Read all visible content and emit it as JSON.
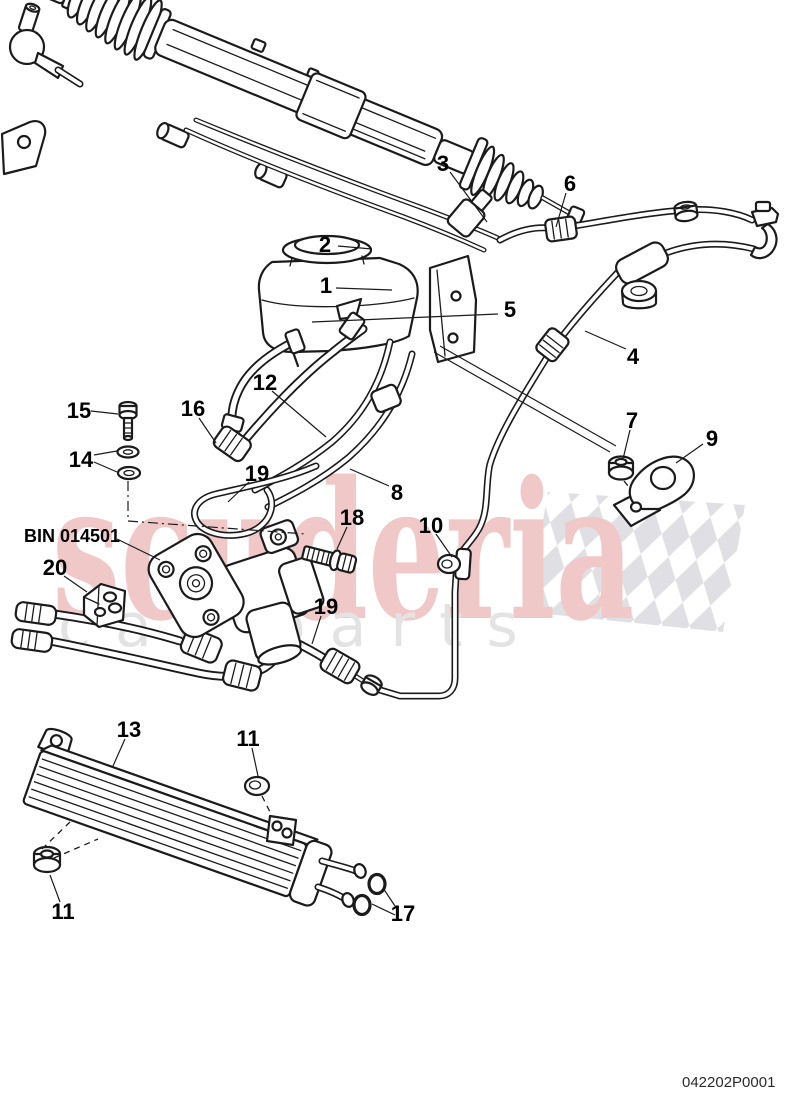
{
  "canvas": {
    "background": "#ffffff",
    "line_color": "#1b1b1b"
  },
  "watermark": {
    "primary": "scuderia",
    "secondary": "car parts",
    "primary_color": "#f0c8c8",
    "secondary_color": "#e3e3e3",
    "flag_color": "#e0e0e4"
  },
  "diagram": {
    "bin_label": "BIN 014501",
    "part_number": "042202P0001",
    "callouts": [
      {
        "label": "1"
      },
      {
        "label": "2"
      },
      {
        "label": "3"
      },
      {
        "label": "4"
      },
      {
        "label": "5"
      },
      {
        "label": "6"
      },
      {
        "label": "7"
      },
      {
        "label": "8"
      },
      {
        "label": "9"
      },
      {
        "label": "10"
      },
      {
        "label": "11"
      },
      {
        "label": "11"
      },
      {
        "label": "12"
      },
      {
        "label": "13"
      },
      {
        "label": "14"
      },
      {
        "label": "15"
      },
      {
        "label": "16"
      },
      {
        "label": "17"
      },
      {
        "label": "18"
      },
      {
        "label": "19"
      },
      {
        "label": "19"
      },
      {
        "label": "20"
      }
    ]
  }
}
